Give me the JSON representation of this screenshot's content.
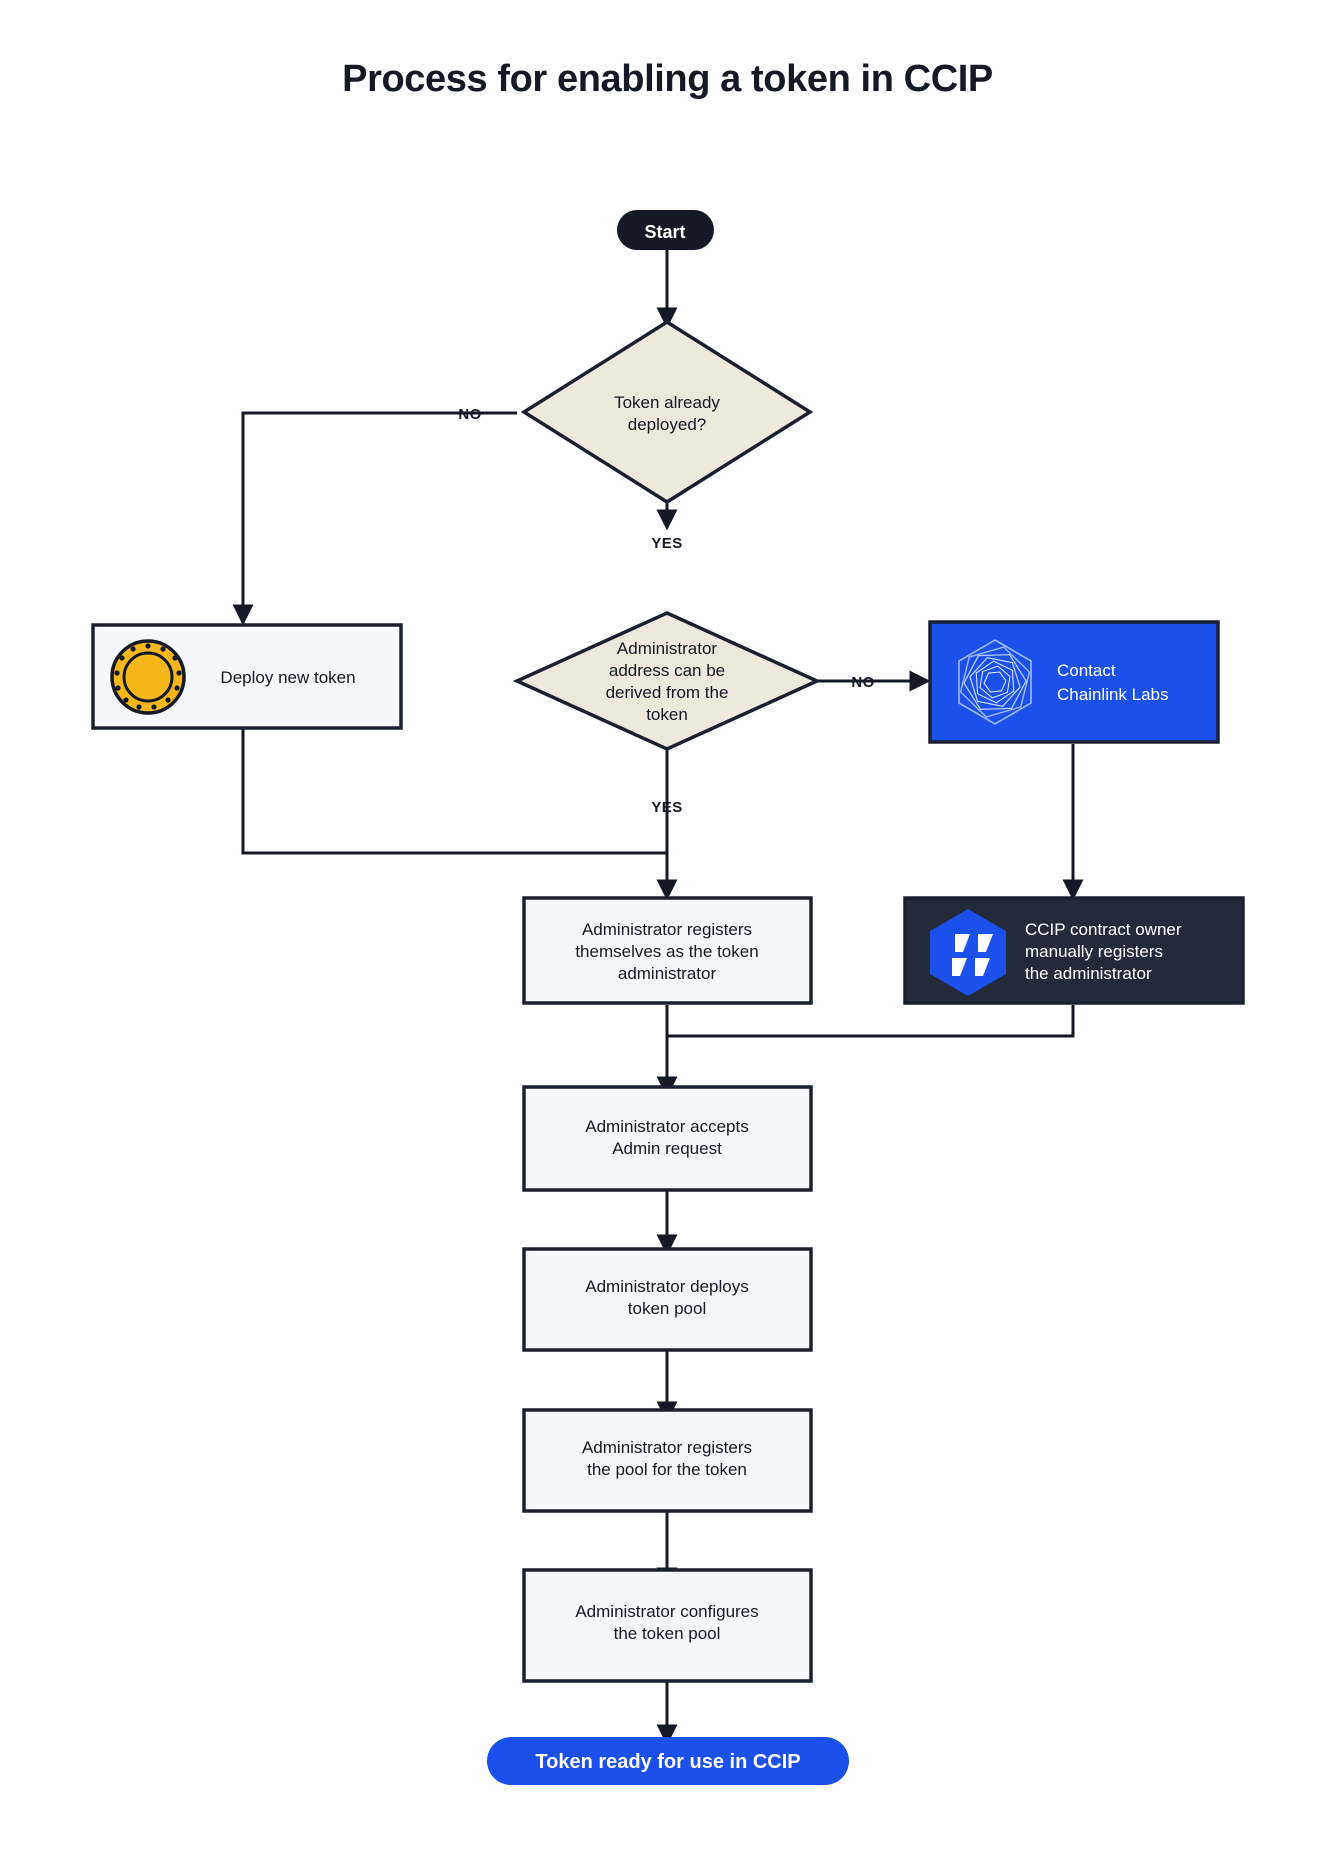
{
  "title": "Process for enabling a token in CCIP",
  "colors": {
    "background": "#ffffff",
    "ink": "#141925",
    "stroke": "#1a202f",
    "decision_fill": "#EFE8DD",
    "process_fill": "#F5F8FD",
    "brand_blue": "#1B50EA",
    "dark_panel": "#232B3B",
    "start_pill": "#141925",
    "coin_gold": "#F5B719"
  },
  "nodes": {
    "start": {
      "label": "Start",
      "shape": "pill-dark"
    },
    "decision_deployed": {
      "label": "Token already deployed?",
      "shape": "diamond"
    },
    "deploy_new_token": {
      "label": "Deploy new token",
      "shape": "process",
      "icon": "coin-icon"
    },
    "decision_admin_derived": {
      "label": "Administrator address can be derived from the token",
      "shape": "diamond"
    },
    "contact_chainlink": {
      "label": "Contact Chainlink Labs",
      "shape": "process-blue",
      "icon": "chainlink-logo-icon"
    },
    "admin_registers_self": {
      "label": "Administrator registers themselves as the token administrator",
      "shape": "process"
    },
    "ccip_owner_registers": {
      "label": "CCIP contract owner manually registers the administrator",
      "shape": "process-dark",
      "icon": "ccip-logo-icon"
    },
    "admin_accepts": {
      "label": "Administrator accepts Admin request",
      "shape": "process"
    },
    "admin_deploys_pool": {
      "label": "Administrator deploys token pool",
      "shape": "process"
    },
    "admin_registers_pool": {
      "label": "Administrator registers the pool for the token",
      "shape": "process"
    },
    "admin_configures_pool": {
      "label": "Administrator configures the token pool",
      "shape": "process"
    },
    "end": {
      "label": "Token ready for use in CCIP",
      "shape": "pill-blue"
    }
  },
  "node_lines": {
    "decision_deployed": [
      "Token already",
      "deployed?"
    ],
    "decision_admin_derived": [
      "Administrator",
      "address can be",
      "derived from the",
      "token"
    ],
    "contact_chainlink": [
      "Contact",
      "Chainlink Labs"
    ],
    "admin_registers_self": [
      "Administrator registers",
      "themselves as the token",
      "administrator"
    ],
    "ccip_owner_registers": [
      "CCIP contract owner",
      "manually registers",
      "the administrator"
    ],
    "admin_accepts": [
      "Administrator accepts",
      "Admin request"
    ],
    "admin_deploys_pool": [
      "Administrator deploys",
      "token pool"
    ],
    "admin_registers_pool": [
      "Administrator registers",
      "the pool for the token"
    ],
    "admin_configures_pool": [
      "Administrator configures",
      "the token pool"
    ],
    "deploy_new_token": [
      "Deploy new token"
    ]
  },
  "edge_labels": {
    "deployed_no": "NO",
    "deployed_yes": "YES",
    "derived_no": "NO",
    "derived_yes": "YES"
  }
}
